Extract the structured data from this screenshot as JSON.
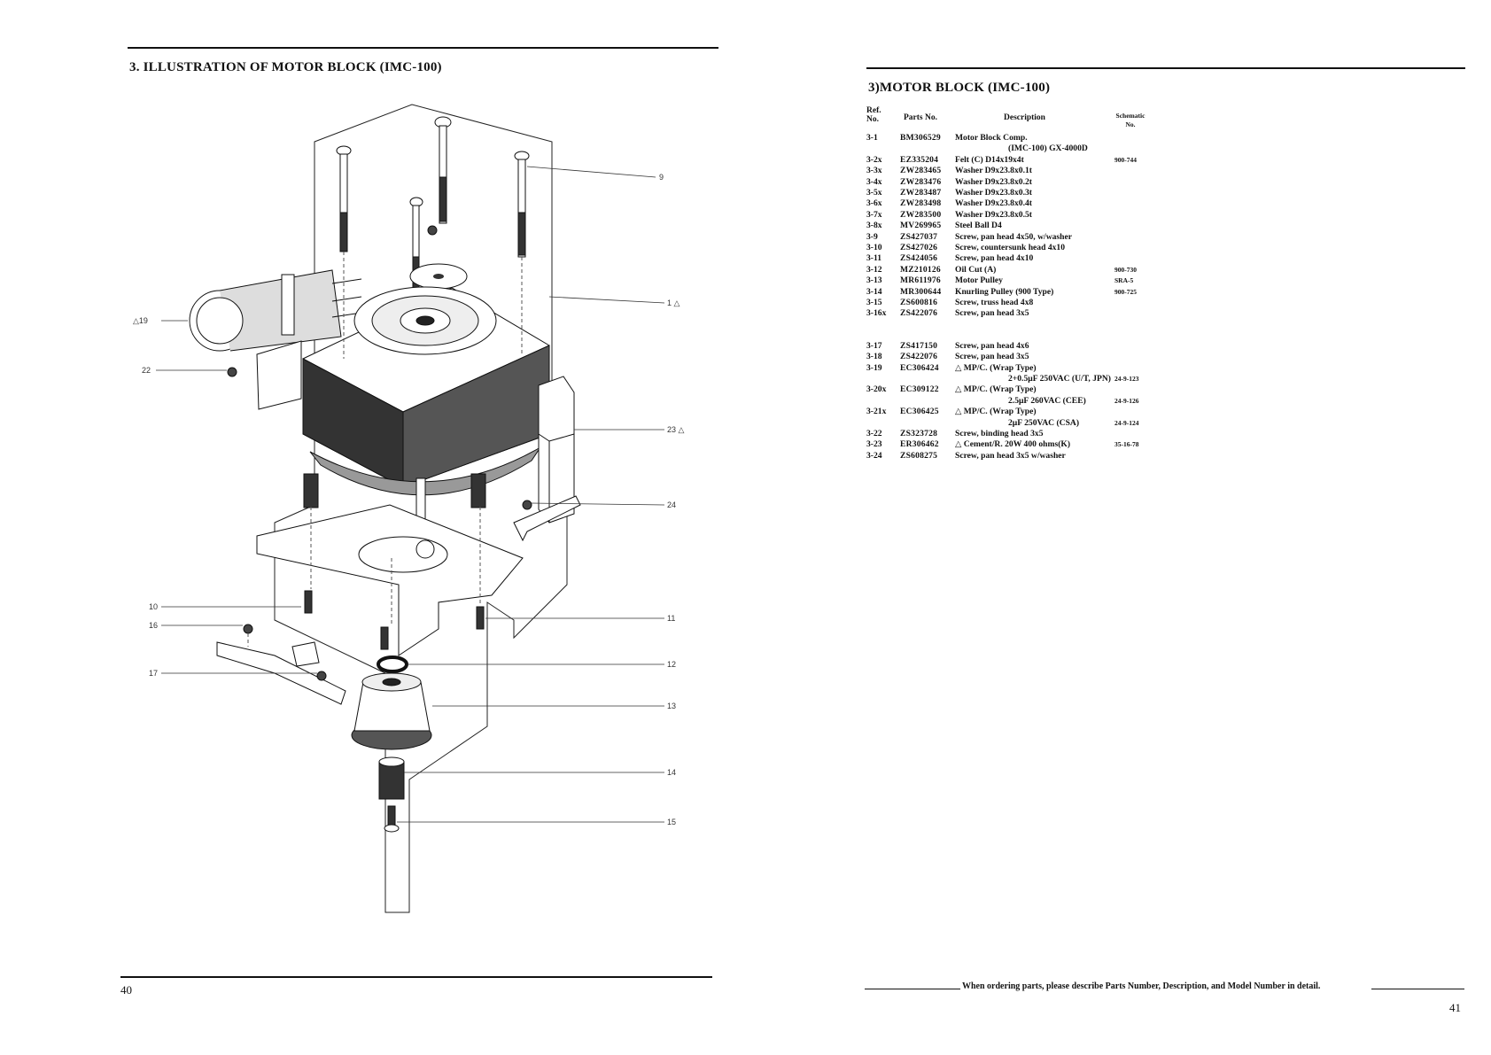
{
  "left_page": {
    "title": "3. ILLUSTRATION OF MOTOR BLOCK (IMC-100)",
    "page_number": "40",
    "callouts": [
      {
        "label": "9"
      },
      {
        "label": "1 △"
      },
      {
        "label": "△19"
      },
      {
        "label": "22"
      },
      {
        "label": "23 △"
      },
      {
        "label": "24"
      },
      {
        "label": "10"
      },
      {
        "label": "16"
      },
      {
        "label": "17"
      },
      {
        "label": "11"
      },
      {
        "label": "12"
      },
      {
        "label": "13"
      },
      {
        "label": "14"
      },
      {
        "label": "15"
      }
    ]
  },
  "right_page": {
    "title": "3)MOTOR BLOCK (IMC-100)",
    "page_number": "41",
    "headers": {
      "ref": "Ref. No.",
      "parts": "Parts No.",
      "desc": "Description",
      "schematic": "Schematic No."
    },
    "rows": [
      {
        "ref": "3-1",
        "pn": "BM306529",
        "desc": "Motor Block Comp.",
        "sch": ""
      },
      {
        "ref": "",
        "pn": "",
        "desc": "(IMC-100) GX-4000D",
        "sch": ""
      },
      {
        "ref": "3-2x",
        "pn": "EZ335204",
        "desc": "Felt (C) D14x19x4t",
        "sch": "900-744"
      },
      {
        "ref": "3-3x",
        "pn": "ZW283465",
        "desc": "Washer D9x23.8x0.1t",
        "sch": ""
      },
      {
        "ref": "3-4x",
        "pn": "ZW283476",
        "desc": "Washer D9x23.8x0.2t",
        "sch": ""
      },
      {
        "ref": "3-5x",
        "pn": "ZW283487",
        "desc": "Washer D9x23.8x0.3t",
        "sch": ""
      },
      {
        "ref": "3-6x",
        "pn": "ZW283498",
        "desc": "Washer D9x23.8x0.4t",
        "sch": ""
      },
      {
        "ref": "3-7x",
        "pn": "ZW283500",
        "desc": "Washer D9x23.8x0.5t",
        "sch": ""
      },
      {
        "ref": "3-8x",
        "pn": "MV269965",
        "desc": "Steel Ball D4",
        "sch": ""
      },
      {
        "ref": "3-9",
        "pn": "ZS427037",
        "desc": "Screw, pan head 4x50, w/washer",
        "sch": ""
      },
      {
        "ref": "3-10",
        "pn": "ZS427026",
        "desc": "Screw, countersunk head 4x10",
        "sch": ""
      },
      {
        "ref": "3-11",
        "pn": "ZS424056",
        "desc": "Screw, pan head 4x10",
        "sch": ""
      },
      {
        "ref": "3-12",
        "pn": "MZ210126",
        "desc": "Oil Cut (A)",
        "sch": "900-730"
      },
      {
        "ref": "3-13",
        "pn": "MR611976",
        "desc": "Motor Pulley",
        "sch": "SRA-5"
      },
      {
        "ref": "3-14",
        "pn": "MR300644",
        "desc": "Knurling Pulley (900 Type)",
        "sch": "900-725"
      },
      {
        "ref": "3-15",
        "pn": "ZS600816",
        "desc": "Screw, truss head 4x8",
        "sch": ""
      },
      {
        "ref": "3-16x",
        "pn": "ZS422076",
        "desc": "Screw, pan head 3x5",
        "sch": ""
      },
      {
        "ref": "3-17",
        "pn": "ZS417150",
        "desc": "Screw, pan head 4x6",
        "sch": ""
      },
      {
        "ref": "3-18",
        "pn": "ZS422076",
        "desc": "Screw, pan head 3x5",
        "sch": ""
      },
      {
        "ref": "3-19",
        "pn": "EC306424",
        "desc": "△ MP/C. (Wrap Type)",
        "sch": ""
      },
      {
        "ref": "",
        "pn": "",
        "desc": "2+0.5μF 250VAC (U/T, JPN)",
        "sch": "24-9-123"
      },
      {
        "ref": "3-20x",
        "pn": "EC309122",
        "desc": "△ MP/C. (Wrap Type)",
        "sch": ""
      },
      {
        "ref": "",
        "pn": "",
        "desc": "2.5μF 260VAC (CEE)",
        "sch": "24-9-126"
      },
      {
        "ref": "3-21x",
        "pn": "EC306425",
        "desc": "△ MP/C. (Wrap Type)",
        "sch": ""
      },
      {
        "ref": "",
        "pn": "",
        "desc": "2μF 250VAC (CSA)",
        "sch": "24-9-124"
      },
      {
        "ref": "3-22",
        "pn": "ZS323728",
        "desc": "Screw, binding head 3x5",
        "sch": ""
      },
      {
        "ref": "3-23",
        "pn": "ER306462",
        "desc": "△ Cement/R. 20W 400 ohms(K)",
        "sch": "35-16-78"
      },
      {
        "ref": "3-24",
        "pn": "ZS608275",
        "desc": "Screw, pan head 3x5 w/washer",
        "sch": ""
      }
    ],
    "footer_note": "When ordering parts, please describe Parts Number, Description, and Model Number in detail."
  }
}
